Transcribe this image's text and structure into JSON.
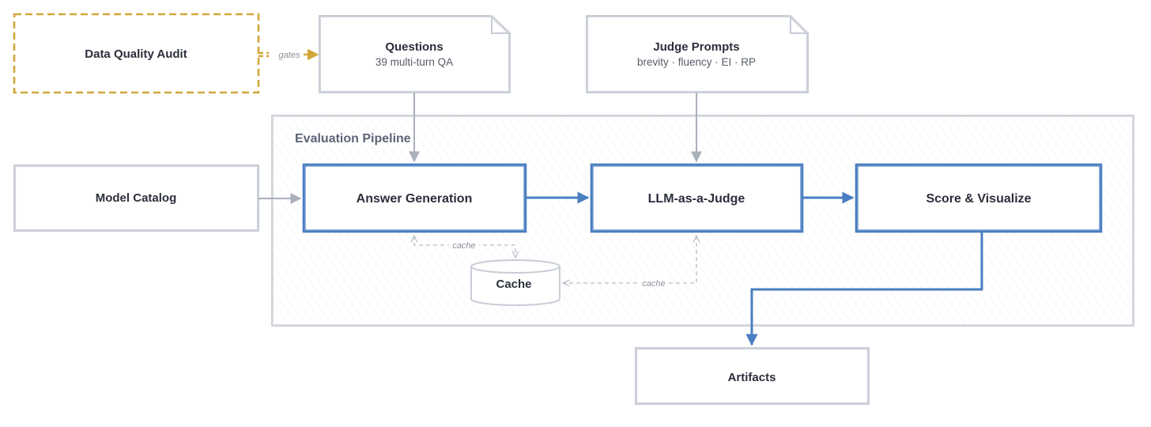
{
  "nodes": {
    "data_quality_audit": {
      "title": "Data Quality Audit"
    },
    "questions": {
      "title": "Questions",
      "subtitle": "39 multi-turn QA"
    },
    "judge_prompts": {
      "title": "Judge Prompts",
      "subtitle": "brevity · fluency · EI · RP"
    },
    "model_catalog": {
      "title": "Model Catalog"
    },
    "answer_generation": {
      "title": "Answer Generation"
    },
    "llm_judge": {
      "title": "LLM-as-a-Judge"
    },
    "score_visualize": {
      "title": "Score & Visualize"
    },
    "cache": {
      "title": "Cache"
    },
    "artifacts": {
      "title": "Artifacts"
    }
  },
  "group": {
    "title": "Evaluation Pipeline"
  },
  "edges": {
    "gates_label": "gates",
    "cache_label_1": "cache",
    "cache_label_2": "cache"
  },
  "colors": {
    "primary_blue": "#4a7fc1",
    "neutral_gray": "#c8cdd6",
    "gate_gold": "#d2a73a",
    "text_dark": "#2b2f3a"
  }
}
